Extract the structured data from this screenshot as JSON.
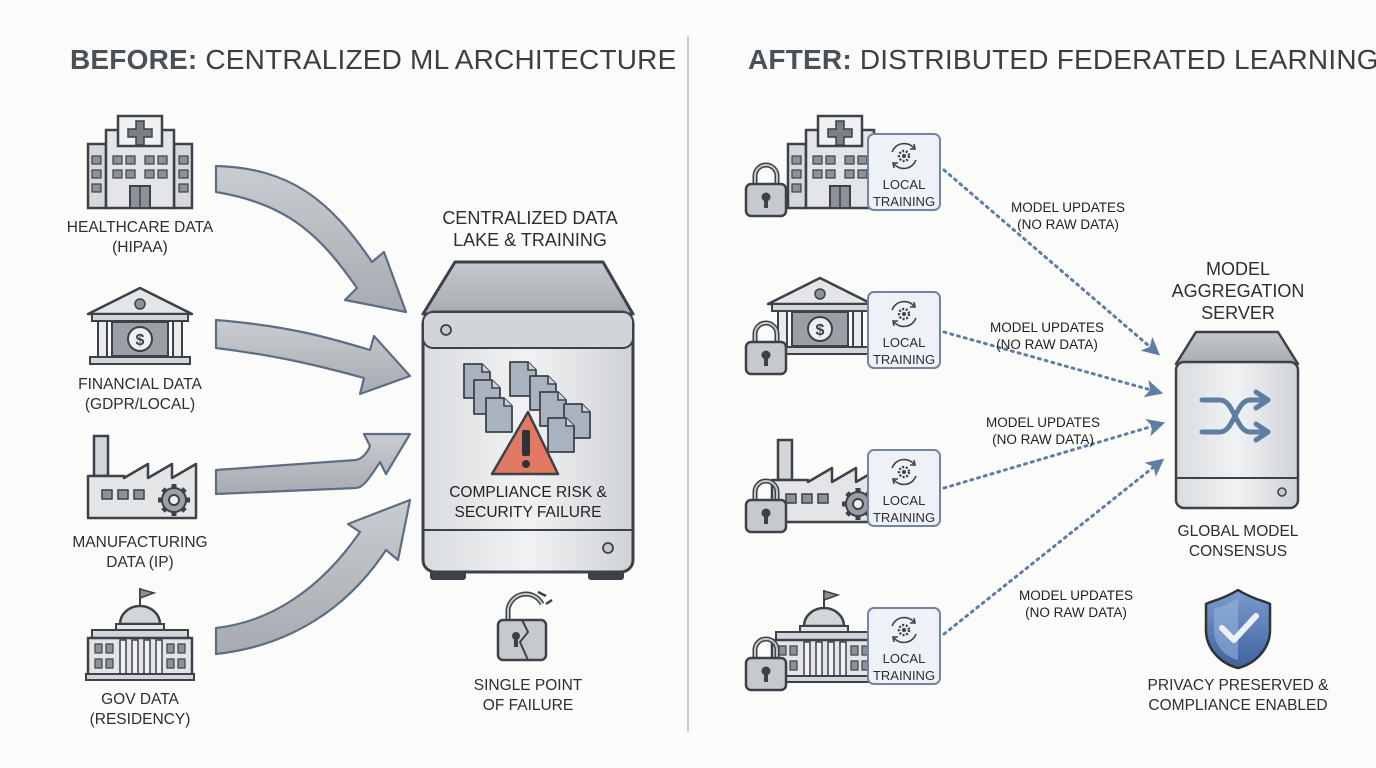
{
  "before": {
    "title_bold": "BEFORE:",
    "title_rest": "CENTRALIZED ML ARCHITECTURE",
    "sources": [
      {
        "icon": "hospital-icon",
        "line1": "HEALTHCARE DATA",
        "line2": "(HIPAA)"
      },
      {
        "icon": "bank-icon",
        "line1": "FINANCIAL DATA",
        "line2": "(GDPR/LOCAL)"
      },
      {
        "icon": "factory-icon",
        "line1": "MANUFACTURING",
        "line2": "DATA (IP)"
      },
      {
        "icon": "government-building-icon",
        "line1": "GOV DATA",
        "line2": "(RESIDENCY)"
      }
    ],
    "server_title_1": "CENTRALIZED DATA",
    "server_title_2": "LAKE & TRAINING",
    "risk_1": "COMPLIANCE RISK &",
    "risk_2": "SECURITY FAILURE",
    "failure_1": "SINGLE POINT",
    "failure_2": "OF FAILURE"
  },
  "after": {
    "title_bold": "AFTER:",
    "title_rest": "DISTRIBUTED FEDERATED LEARNING",
    "local_1": "LOCAL",
    "local_2": "TRAINING",
    "updates": [
      {
        "line1": "MODEL UPDATES",
        "line2": "(NO RAW DATA)"
      },
      {
        "line1": "MODEL UPDATES",
        "line2": "(NO RAW DATA)"
      },
      {
        "line1": "MODEL UPDATES",
        "line2": "(NO RAW DATA)"
      },
      {
        "line1": "MODEL UPDATES",
        "line2": "(NO RAW DATA)"
      }
    ],
    "server_1": "MODEL",
    "server_2": "AGGREGATION",
    "server_3": "SERVER",
    "consensus_1": "GLOBAL MODEL",
    "consensus_2": "CONSENSUS",
    "privacy_1": "PRIVACY PRESERVED &",
    "privacy_2": "COMPLIANCE ENABLED"
  },
  "colors": {
    "accent_blue": "#5f7ea3",
    "warning": "#e27a63",
    "shield": "#4f78b3",
    "gray": "#8a8f96"
  }
}
